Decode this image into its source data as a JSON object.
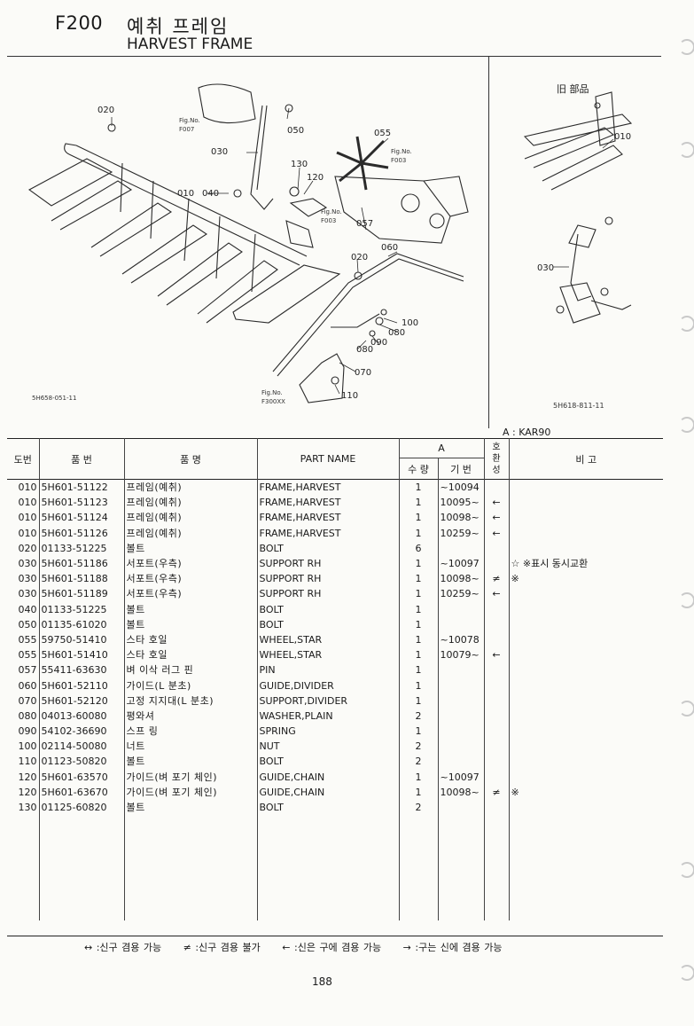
{
  "header": {
    "page_code": "F200",
    "title_ko": "예취 프레임",
    "title_en": "HARVEST FRAME"
  },
  "figure": {
    "main_code": "5H658-051-11",
    "old_code": "5H618-811-11",
    "old_parts_title": "旧 部品",
    "fig_refs": [
      {
        "label": "Fig.No.",
        "value": "F007"
      },
      {
        "label": "Fig.No.",
        "value": "F003"
      },
      {
        "label": "Fig.No.",
        "value": "F003"
      },
      {
        "label": "Fig.No.",
        "value": "F300XX"
      }
    ],
    "callouts_main": [
      "020",
      "030",
      "050",
      "055",
      "130",
      "120",
      "010",
      "040",
      "057",
      "060",
      "020",
      "100",
      "080",
      "090",
      "080",
      "070",
      "110"
    ],
    "callouts_old": [
      "010",
      "030"
    ]
  },
  "model_label": "A : KAR90",
  "table": {
    "headers": {
      "ref": "도번",
      "part_no": "품   번",
      "name_ko": "품         명",
      "name_en": "PART  NAME",
      "group_a": "A",
      "qty": "수 량",
      "serial": "기 번",
      "interchange": "호\n환\n성",
      "remarks": "비         고"
    },
    "rows": [
      {
        "ref": "010",
        "part_no": "5H601-51122",
        "name_ko": "프레임(예취)",
        "name_en": "FRAME,HARVEST",
        "qty": "1",
        "serial": "~10094",
        "inter": "",
        "remarks": ""
      },
      {
        "ref": "010",
        "part_no": "5H601-51123",
        "name_ko": "프레임(예취)",
        "name_en": "FRAME,HARVEST",
        "qty": "1",
        "serial": "10095~",
        "inter": "←",
        "remarks": ""
      },
      {
        "ref": "010",
        "part_no": "5H601-51124",
        "name_ko": "프레임(예취)",
        "name_en": "FRAME,HARVEST",
        "qty": "1",
        "serial": "10098~",
        "inter": "←",
        "remarks": ""
      },
      {
        "ref": "010",
        "part_no": "5H601-51126",
        "name_ko": "프레임(예취)",
        "name_en": "FRAME,HARVEST",
        "qty": "1",
        "serial": "10259~",
        "inter": "←",
        "remarks": ""
      },
      {
        "ref": "020",
        "part_no": "01133-51225",
        "name_ko": "볼트",
        "name_en": "BOLT",
        "qty": "6",
        "serial": "",
        "inter": "",
        "remarks": ""
      },
      {
        "ref": "030",
        "part_no": "5H601-51186",
        "name_ko": "서포트(우측)",
        "name_en": "SUPPORT RH",
        "qty": "1",
        "serial": "~10097",
        "inter": "",
        "remarks": "☆ ※표시 동시교환"
      },
      {
        "ref": "030",
        "part_no": "5H601-51188",
        "name_ko": "서포트(우측)",
        "name_en": "SUPPORT RH",
        "qty": "1",
        "serial": "10098~",
        "inter": "≠",
        "remarks": "※"
      },
      {
        "ref": "030",
        "part_no": "5H601-51189",
        "name_ko": "서포트(우측)",
        "name_en": "SUPPORT RH",
        "qty": "1",
        "serial": "10259~",
        "inter": "←",
        "remarks": ""
      },
      {
        "ref": "040",
        "part_no": "01133-51225",
        "name_ko": "볼트",
        "name_en": "BOLT",
        "qty": "1",
        "serial": "",
        "inter": "",
        "remarks": ""
      },
      {
        "ref": "050",
        "part_no": "01135-61020",
        "name_ko": "볼트",
        "name_en": "BOLT",
        "qty": "1",
        "serial": "",
        "inter": "",
        "remarks": ""
      },
      {
        "ref": "055",
        "part_no": "59750-51410",
        "name_ko": "스타 호일",
        "name_en": "WHEEL,STAR",
        "qty": "1",
        "serial": "~10078",
        "inter": "",
        "remarks": ""
      },
      {
        "ref": "055",
        "part_no": "5H601-51410",
        "name_ko": "스타 호일",
        "name_en": "WHEEL,STAR",
        "qty": "1",
        "serial": "10079~",
        "inter": "←",
        "remarks": ""
      },
      {
        "ref": "057",
        "part_no": "55411-63630",
        "name_ko": "벼 이삭 러그 핀",
        "name_en": "PIN",
        "qty": "1",
        "serial": "",
        "inter": "",
        "remarks": ""
      },
      {
        "ref": "060",
        "part_no": "5H601-52110",
        "name_ko": "가이드(L 분초)",
        "name_en": "GUIDE,DIVIDER",
        "qty": "1",
        "serial": "",
        "inter": "",
        "remarks": ""
      },
      {
        "ref": "070",
        "part_no": "5H601-52120",
        "name_ko": "고정 지지대(L 분초)",
        "name_en": "SUPPORT,DIVIDER",
        "qty": "1",
        "serial": "",
        "inter": "",
        "remarks": ""
      },
      {
        "ref": "080",
        "part_no": "04013-60080",
        "name_ko": "평와셔",
        "name_en": "WASHER,PLAIN",
        "qty": "2",
        "serial": "",
        "inter": "",
        "remarks": ""
      },
      {
        "ref": "090",
        "part_no": "54102-36690",
        "name_ko": "스프 링",
        "name_en": "SPRING",
        "qty": "1",
        "serial": "",
        "inter": "",
        "remarks": ""
      },
      {
        "ref": "100",
        "part_no": "02114-50080",
        "name_ko": "너트",
        "name_en": "NUT",
        "qty": "2",
        "serial": "",
        "inter": "",
        "remarks": ""
      },
      {
        "ref": "110",
        "part_no": "01123-50820",
        "name_ko": "볼트",
        "name_en": "BOLT",
        "qty": "2",
        "serial": "",
        "inter": "",
        "remarks": ""
      },
      {
        "ref": "120",
        "part_no": "5H601-63570",
        "name_ko": "가이드(벼 포기 체인)",
        "name_en": "GUIDE,CHAIN",
        "qty": "1",
        "serial": "~10097",
        "inter": "",
        "remarks": ""
      },
      {
        "ref": "120",
        "part_no": "5H601-63670",
        "name_ko": "가이드(벼 포기 체인)",
        "name_en": "GUIDE,CHAIN",
        "qty": "1",
        "serial": "10098~",
        "inter": "≠",
        "remarks": "※"
      },
      {
        "ref": "130",
        "part_no": "01125-60820",
        "name_ko": "볼트",
        "name_en": "BOLT",
        "qty": "2",
        "serial": "",
        "inter": "",
        "remarks": ""
      }
    ]
  },
  "legend": {
    "item1": "↔ :신구 겸용 가능",
    "item2": "≠ :신구 겸용 불가",
    "item3": "← :신은 구에 겸용 가능",
    "item4": "→ :구는 신에 겸용 가능"
  },
  "page_number": "188"
}
